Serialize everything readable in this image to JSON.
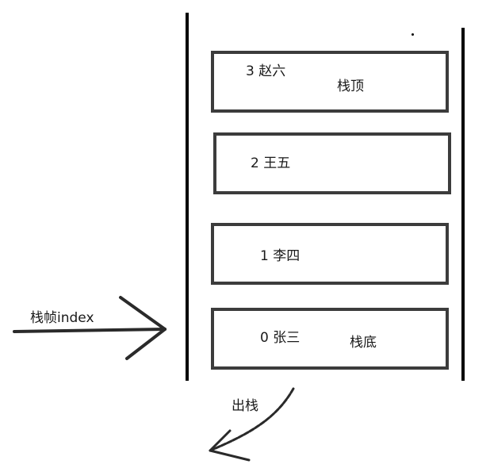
{
  "stack": {
    "frames": [
      {
        "index": "3",
        "name": "赵六"
      },
      {
        "index": "2",
        "name": "王五"
      },
      {
        "index": "1",
        "name": "李四"
      },
      {
        "index": "0",
        "name": "张三"
      }
    ],
    "top_label": "栈顶",
    "bottom_label": "栈底"
  },
  "pointer": {
    "label": "栈帧index"
  },
  "pop": {
    "label": "出栈"
  },
  "colors": {
    "frame_border": "#3c3c3c",
    "wall": "#000000",
    "arrow": "#2a2a2a",
    "background": "#ffffff"
  }
}
